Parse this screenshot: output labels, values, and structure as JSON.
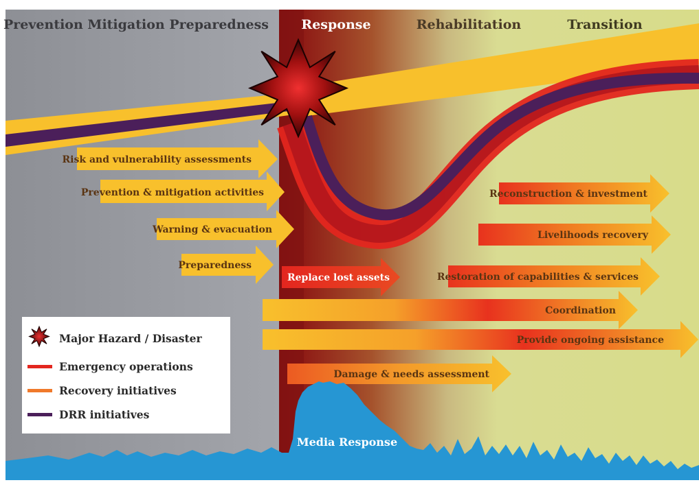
{
  "phases": {
    "pre": "Prevention Mitigation Preparedness",
    "response": "Response",
    "rehabilitation": "Rehabilitation",
    "transition": "Transition"
  },
  "arrows": {
    "risk": "Risk and vulnerability assessments",
    "prevention": "Prevention & mitigation activities",
    "warning": "Warning & evacuation",
    "preparedness": "Preparedness",
    "replace": "Replace lost assets",
    "reconstruction": "Reconstruction & investment",
    "livelihoods": "Livelihoods recovery",
    "restoration": "Restoration of capabilities & services",
    "coordination": "Coordination",
    "ongoing": "Provide ongoing assistance",
    "damage": "Damage & needs assessment"
  },
  "media_label": "Media Response",
  "legend": {
    "hazard": "Major Hazard / Disaster",
    "emergency": "Emergency operations",
    "recovery": "Recovery initiatives",
    "drr": "DRR initiatives"
  },
  "colors": {
    "pre_bg": "#8e9096",
    "response_bg": "#8a1414",
    "transition_bg": "#d7dc8c",
    "recovery_band": "#f8c02c",
    "emergency_band": "#e3261f",
    "drr_band": "#4b1f5a",
    "arrow_yellow": "#f8c02c",
    "media_blue": "#2696d3"
  }
}
